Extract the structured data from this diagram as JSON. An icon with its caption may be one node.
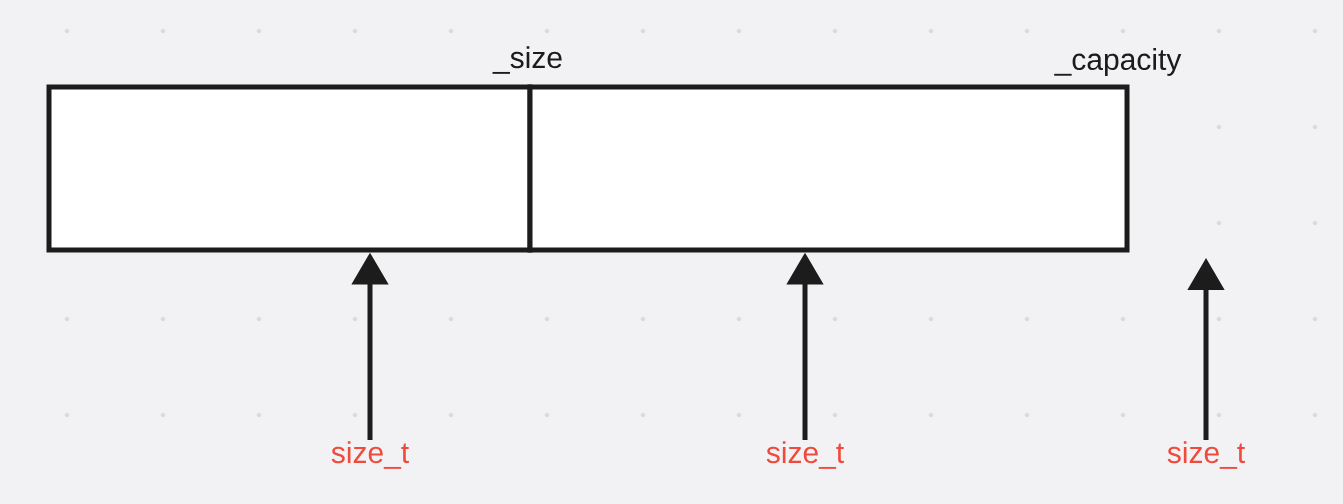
{
  "diagram": {
    "nodes": [
      {
        "text": [],
        "shape": "box"
      },
      {
        "text": [],
        "shape": "box"
      },
      {
        "text": [
          "size_t"
        ]
      },
      {
        "text": [
          "size_t"
        ]
      },
      {
        "text": [
          "size_t"
        ]
      }
    ],
    "edges": [
      {
        "from": 2,
        "to": 0,
        "arrow": "to"
      },
      {
        "from": 3,
        "to": 1,
        "arrow": "to"
      },
      {
        "from": 4,
        "to": null,
        "arrow": "to"
      }
    ],
    "labels": [
      "_size",
      "_capacity"
    ]
  }
}
